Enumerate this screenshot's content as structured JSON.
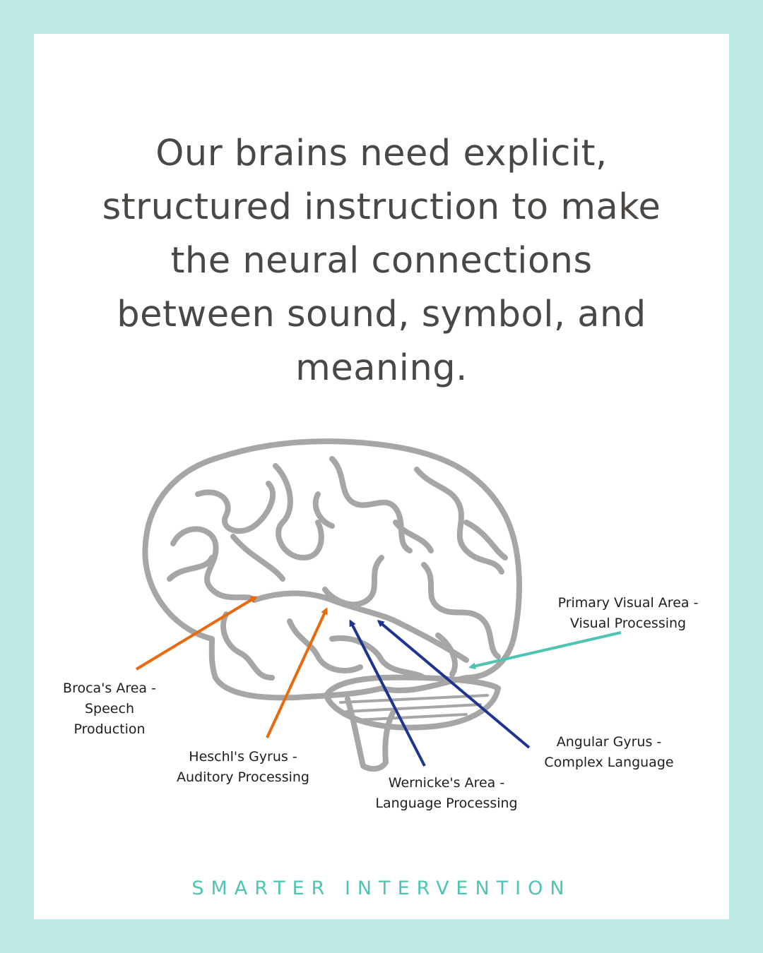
{
  "colors": {
    "frame": "#bdeae4",
    "card": "#ffffff",
    "headline_text": "#4a4744",
    "brain_outline": "#a6a6a6",
    "arrow_orange": "#e8690e",
    "arrow_navy": "#1f3391",
    "arrow_teal": "#4fc4b3",
    "brand_text": "#4fc4b3"
  },
  "headline": {
    "lines": [
      "Our brains need explicit,",
      "structured instruction to make",
      "the neural connections",
      "between sound, symbol, and",
      "meaning."
    ]
  },
  "diagram": {
    "image": "brain-side-view-icon",
    "labels": {
      "broca": {
        "line1": "Broca's Area -",
        "line2": "Speech",
        "line3": "Production",
        "arrow_color": "orange"
      },
      "heschl": {
        "line1": "Heschl's Gyrus -",
        "line2": "Auditory Processing",
        "arrow_color": "orange"
      },
      "wernicke": {
        "line1": "Wernicke's Area -",
        "line2": "Language Processing",
        "arrow_color": "navy"
      },
      "angular": {
        "line1": "Angular Gyrus -",
        "line2": "Complex Language",
        "arrow_color": "navy"
      },
      "visual": {
        "line1": "Primary Visual Area -",
        "line2": "Visual Processing",
        "arrow_color": "teal"
      }
    }
  },
  "brand": {
    "name": "SMARTER INTERVENTION"
  }
}
